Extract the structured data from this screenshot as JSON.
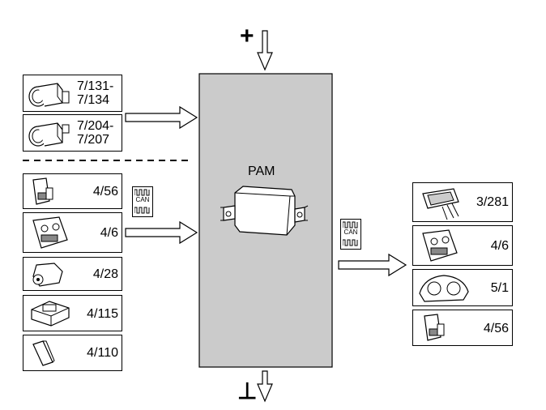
{
  "module": {
    "name": "PAM"
  },
  "power_top": {
    "symbol": "+"
  },
  "power_bottom": {
    "symbol": "⊥"
  },
  "can_label": "CAN",
  "inputs_sensors": [
    {
      "id": "7/131-7/134",
      "line1": "7/131-",
      "line2": "7/134"
    },
    {
      "id": "7/204-7/207",
      "line1": "7/204-",
      "line2": "7/207"
    }
  ],
  "inputs_can": [
    {
      "id": "4/56",
      "label": "4/56"
    },
    {
      "id": "4/6",
      "label": "4/6"
    },
    {
      "id": "4/28",
      "label": "4/28"
    },
    {
      "id": "4/115",
      "label": "4/115"
    },
    {
      "id": "4/110",
      "label": "4/110"
    }
  ],
  "outputs_can": [
    {
      "id": "3/281",
      "label": "3/281"
    },
    {
      "id": "4/6",
      "label": "4/6"
    },
    {
      "id": "5/1",
      "label": "5/1"
    },
    {
      "id": "4/56",
      "label": "4/56"
    }
  ]
}
